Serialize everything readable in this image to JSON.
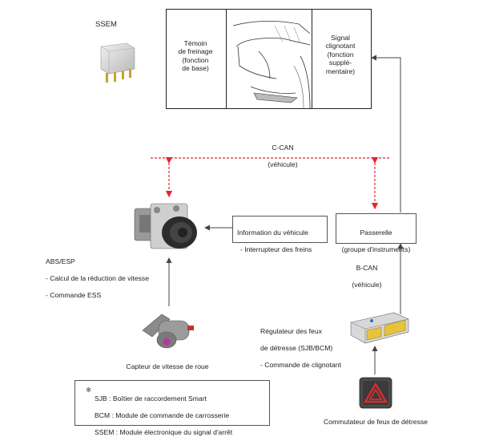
{
  "ssem_label": "SSEM",
  "panel": {
    "left_text": "Témoin\nde freinage\n(fonction\nde base)",
    "right_text": "Signal\nclignotant\n(fonction\nsupplé-\nmentaire)"
  },
  "ccan": {
    "line1": "C-CAN",
    "line2": "(véhicule)"
  },
  "info_box": {
    "line1": "Information du véhicule",
    "line2": "- Interrupteur des freins"
  },
  "gateway_box": {
    "line1": "Passerelle",
    "line2": "(groupe d'instruments)"
  },
  "bcan": {
    "line1": "B-CAN",
    "line2": "(véhicule)"
  },
  "abs": {
    "line1": "ABS/ESP",
    "line2": "- Calcul de la réduction de vitesse",
    "line3": "- Commande ESS"
  },
  "regulator": {
    "line1": "Régulateur des feux",
    "line2": "de détresse (SJB/BCM)",
    "line3": "- Commande de clignotant"
  },
  "wheel_sensor_label": "Capteur de vitesse de roue",
  "hazard_switch_label": "Commutateur de feux de détresse",
  "legend": {
    "mark": "※",
    "line1": "SJB : Boîtier de raccordement Smart",
    "line2": "BCM : Module de commande de carrosserie",
    "line3": "SSEM : Module électronique du signal d'arrêt"
  },
  "colors": {
    "can_line": "#e8232a",
    "wire": "#444444",
    "hazard": "#d62d2d"
  }
}
